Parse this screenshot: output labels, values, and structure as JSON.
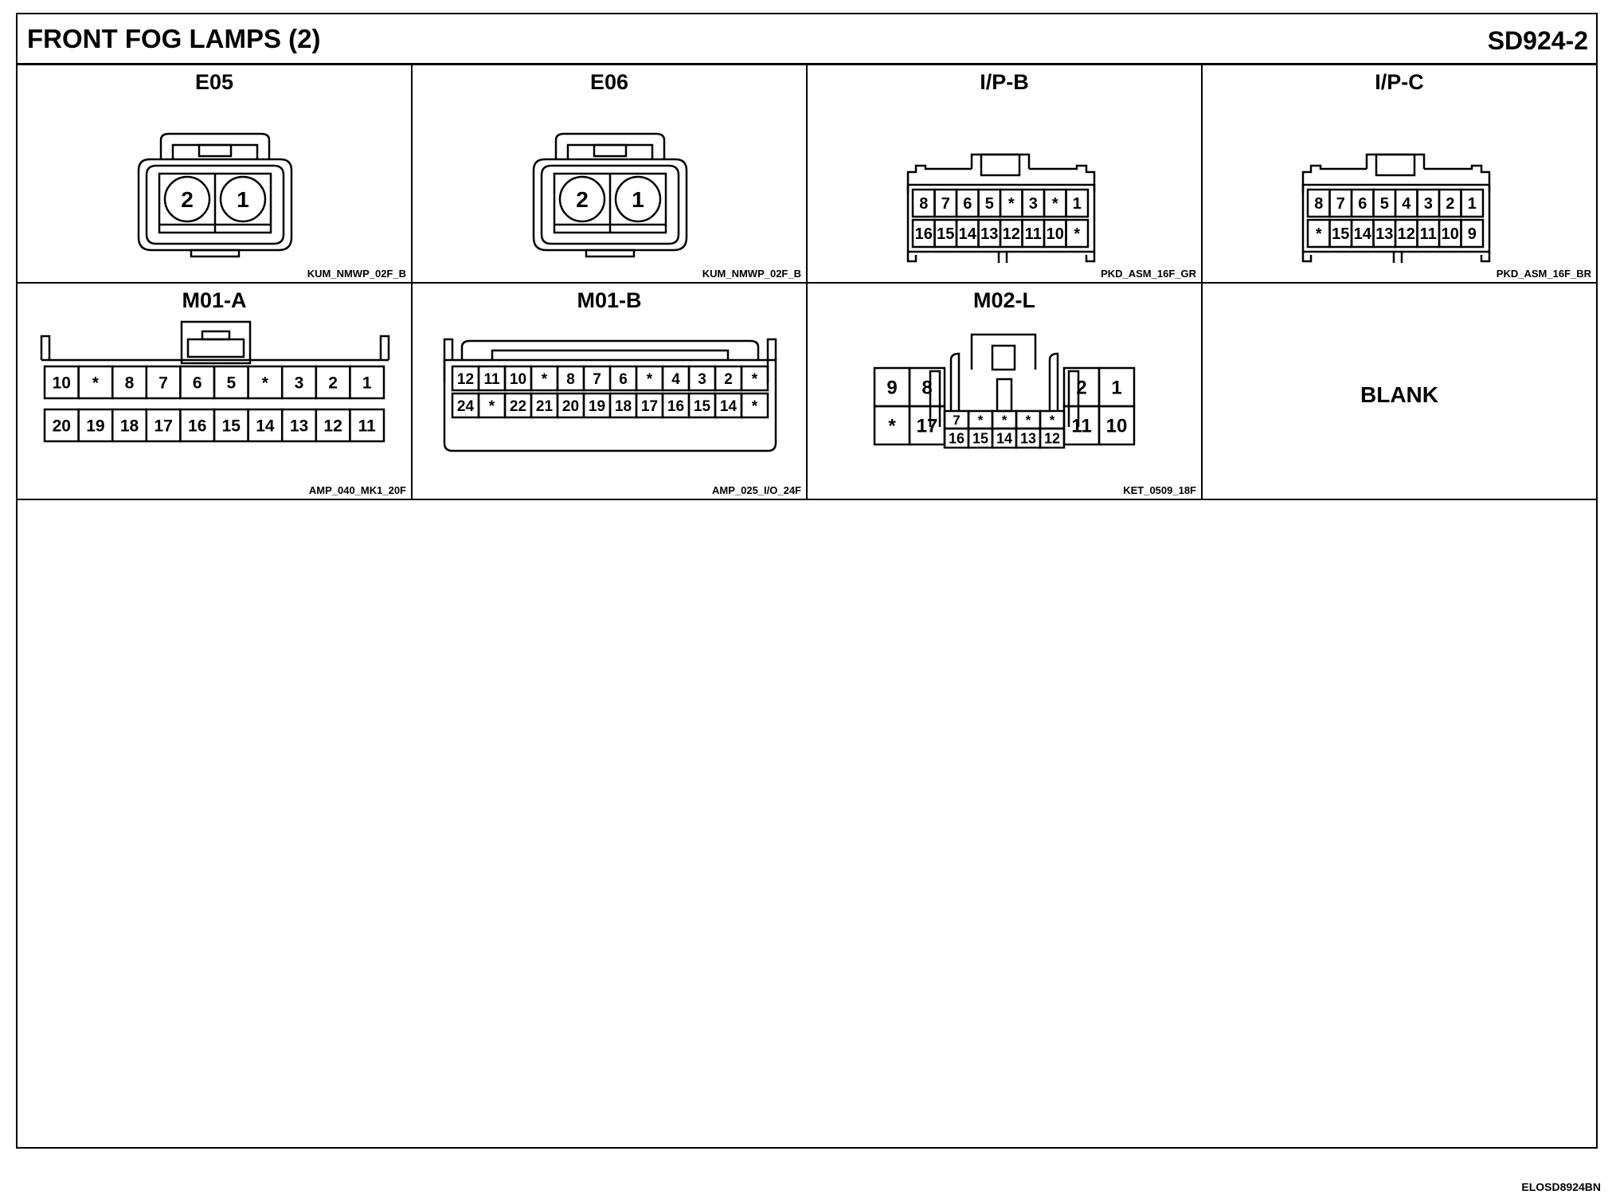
{
  "header": {
    "title": "FRONT FOG LAMPS (2)",
    "code": "SD924-2"
  },
  "connectors": [
    {
      "name": "E05",
      "part": "KUM_NMWP_02F_B",
      "rows": [
        [
          "2",
          "1"
        ]
      ]
    },
    {
      "name": "E06",
      "part": "KUM_NMWP_02F_B",
      "rows": [
        [
          "2",
          "1"
        ]
      ]
    },
    {
      "name": "I/P-B",
      "part": "PKD_ASM_16F_GR",
      "rows": [
        [
          "8",
          "7",
          "6",
          "5",
          "*",
          "3",
          "*",
          "1"
        ],
        [
          "16",
          "15",
          "14",
          "13",
          "12",
          "11",
          "10",
          "*"
        ]
      ]
    },
    {
      "name": "I/P-C",
      "part": "PKD_ASM_16F_BR",
      "rows": [
        [
          "8",
          "7",
          "6",
          "5",
          "4",
          "3",
          "2",
          "1"
        ],
        [
          "*",
          "15",
          "14",
          "13",
          "12",
          "11",
          "10",
          "9"
        ]
      ]
    },
    {
      "name": "M01-A",
      "part": "AMP_040_MK1_20F",
      "rows": [
        [
          "10",
          "*",
          "8",
          "7",
          "6",
          "5",
          "*",
          "3",
          "2",
          "1"
        ],
        [
          "20",
          "19",
          "18",
          "17",
          "16",
          "15",
          "14",
          "13",
          "12",
          "11"
        ]
      ]
    },
    {
      "name": "M01-B",
      "part": "AMP_025_I/O_24F",
      "rows": [
        [
          "12",
          "11",
          "10",
          "*",
          "8",
          "7",
          "6",
          "*",
          "4",
          "3",
          "2",
          "*"
        ],
        [
          "24",
          "*",
          "22",
          "21",
          "20",
          "19",
          "18",
          "17",
          "16",
          "15",
          "14",
          "*"
        ]
      ]
    },
    {
      "name": "M02-L",
      "part": "KET_0509_18F",
      "left_top": [
        "9",
        "8"
      ],
      "left_bottom": [
        "*",
        "17"
      ],
      "mid_top": [
        "7",
        "*",
        "*",
        "*",
        "*"
      ],
      "mid_bottom": [
        "16",
        "15",
        "14",
        "13",
        "12"
      ],
      "right_top": [
        "2",
        "1"
      ],
      "right_bottom": [
        "11",
        "10"
      ]
    }
  ],
  "blank_label": "BLANK",
  "footer": "ELOSD8924BN"
}
